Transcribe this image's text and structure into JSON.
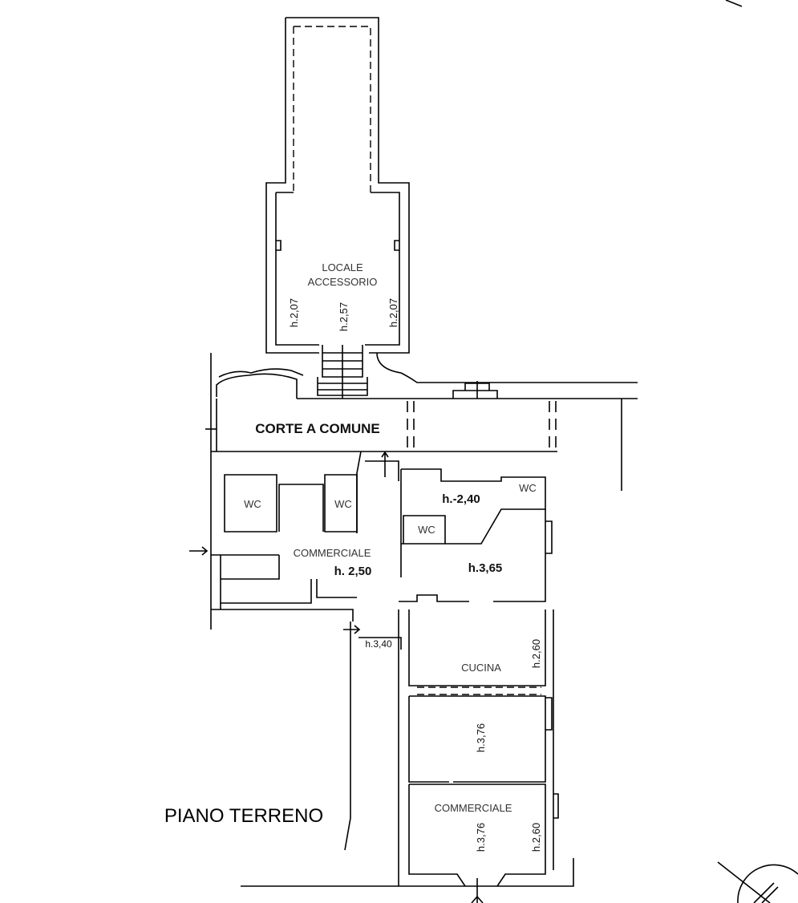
{
  "plan": {
    "title": "PIANO TERRENO",
    "courtyard": "CORTE A COMUNE",
    "rooms": {
      "accessory_line1": "LOCALE",
      "accessory_line2": "ACCESSORIO",
      "wc": "WC",
      "commerciale": "COMMERCIALE",
      "cucina": "CUCINA"
    },
    "heights": {
      "acc_left": "h.2,07",
      "acc_center": "h.2,57",
      "acc_right": "h.2,07",
      "comm_main": "h. 2,50",
      "upper_right": "h.-2,40",
      "right_main": "h.3,65",
      "passage": "h.3,40",
      "cucina": "h.2,60",
      "middle_room": "h.3,76",
      "bottom_center": "h.3,76",
      "bottom_right": "h.2,60"
    }
  }
}
